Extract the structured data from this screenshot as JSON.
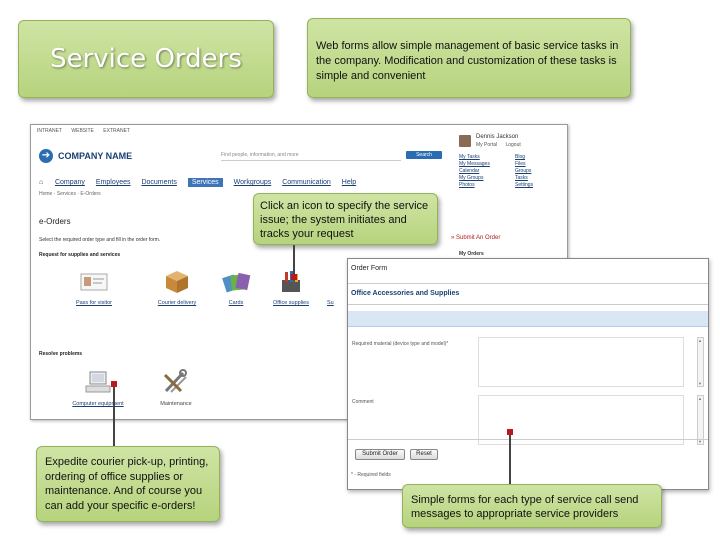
{
  "slide": {
    "title": "Service Orders",
    "top_note": "Web forms allow simple management of basic service tasks in the company.  Modification and customization of these tasks is simple and convenient",
    "mid_note": "Click an icon to specify the service issue; the system initiates and tracks your request",
    "left_note": "Expedite courier pick-up, printing, ordering of office supplies or maintenance. And of course you can add your specific e-orders!",
    "right_note": "Simple forms for each type of service call send messages to appropriate service providers",
    "accent_green": "#b6d37d",
    "marker_red": "#c01818"
  },
  "portal": {
    "topbar": [
      "INTRANET",
      "WEBSITE",
      "EXTRANET"
    ],
    "company_name": "COMPANY NAME",
    "search_placeholder": "Find people, information, and more",
    "search_button": "Search",
    "user_name": "Dennis Jackson",
    "my_portal": "My Portal",
    "logout": "Logout",
    "links_left": [
      "My Tasks",
      "My Messages",
      "Calendar",
      "My Groups",
      "Photos"
    ],
    "links_right": [
      "Blog",
      "Files",
      "Groups",
      "Tasks",
      "Settings"
    ],
    "nav": [
      "Company",
      "Employees",
      "Documents",
      "Services",
      "Workgroups",
      "Communication",
      "Help"
    ],
    "active_nav": "Services",
    "breadcrumb": "Home · Services · E-Orders",
    "page_title": "e-Orders",
    "instructions": "Select the required order type and fill in the order form.",
    "section_supplies": "Request for supplies and services",
    "section_problems": "Resolve problems",
    "tiles": [
      {
        "label": "Pass for visitor",
        "icon": "visitor-pass-icon"
      },
      {
        "label": "Courier delivery",
        "icon": "courier-box-icon"
      },
      {
        "label": "Cards",
        "icon": "cards-icon"
      },
      {
        "label": "Office supplies",
        "icon": "office-supplies-icon"
      },
      {
        "label": "Su",
        "icon": "partial-tile-icon"
      }
    ],
    "problem_tiles": [
      {
        "label": "Computer equipment",
        "icon": "computer-icon"
      },
      {
        "label": "Maintenance",
        "icon": "tools-icon"
      }
    ],
    "submit_order": "» Submit An Order",
    "my_orders": "My Orders"
  },
  "form": {
    "title": "Order Form",
    "header": "Office Accessories and Supplies",
    "field1_label": "Required material (device type and model)*",
    "field2_label": "Comment",
    "submit_button": "Submit Order",
    "reset_button": "Reset",
    "required_note": "* - Required fields"
  }
}
